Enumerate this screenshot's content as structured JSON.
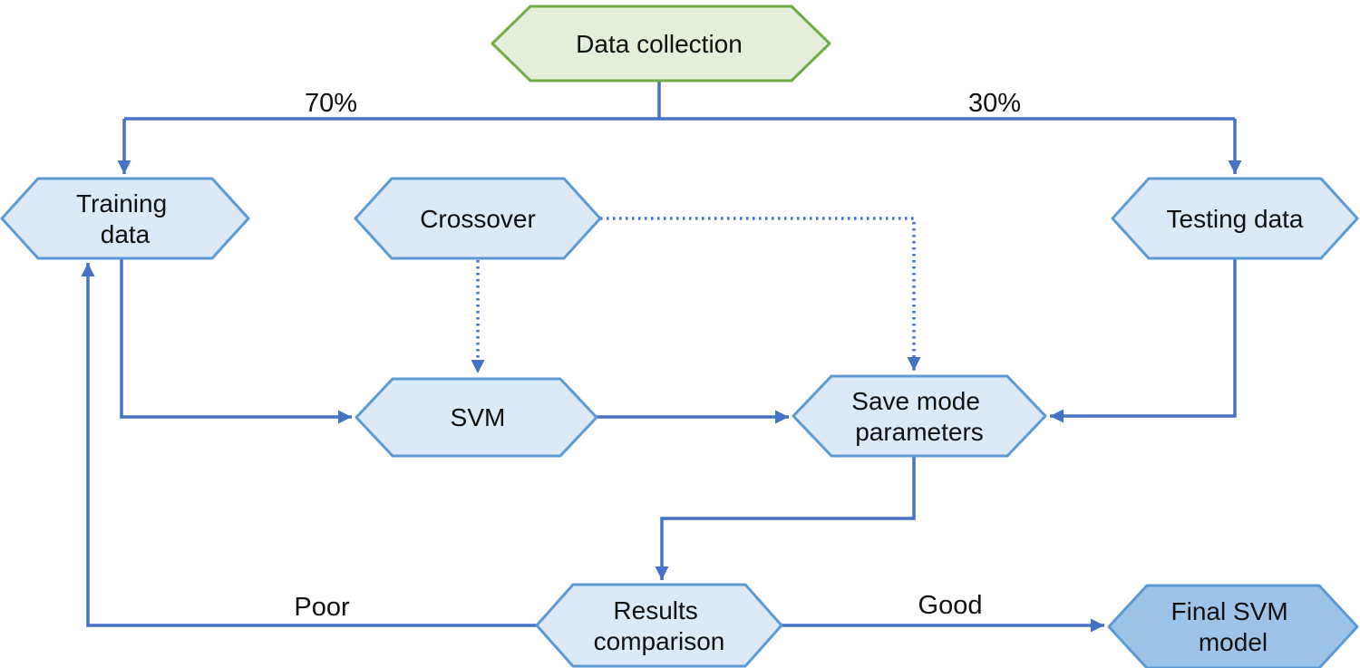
{
  "colors": {
    "background": "#ffffff",
    "arrow_blue": "#4472c4",
    "hex_border_blue": "#5b9bd5",
    "hex_fill_light_blue": "#dce9f6",
    "hex_fill_medium_blue": "#9dc3e6",
    "hex_border_green": "#70ad47",
    "hex_fill_light_green": "#e3efda",
    "label_text": "#111111"
  },
  "nodes": {
    "data_collection": {
      "lines": [
        "Data collection"
      ]
    },
    "training_data": {
      "lines": [
        "Training",
        "data"
      ]
    },
    "crossover": {
      "lines": [
        "Crossover"
      ]
    },
    "testing_data": {
      "lines": [
        "Testing data"
      ]
    },
    "svm": {
      "lines": [
        "SVM"
      ]
    },
    "save_mode_parameters": {
      "lines": [
        "Save mode",
        "parameters"
      ]
    },
    "results_comparison": {
      "lines": [
        "Results",
        "comparison"
      ]
    },
    "final_svm_model": {
      "lines": [
        "Final SVM",
        "model"
      ]
    }
  },
  "edge_labels": {
    "split_70": "70%",
    "split_30": "30%",
    "poor": "Poor",
    "good": "Good"
  }
}
